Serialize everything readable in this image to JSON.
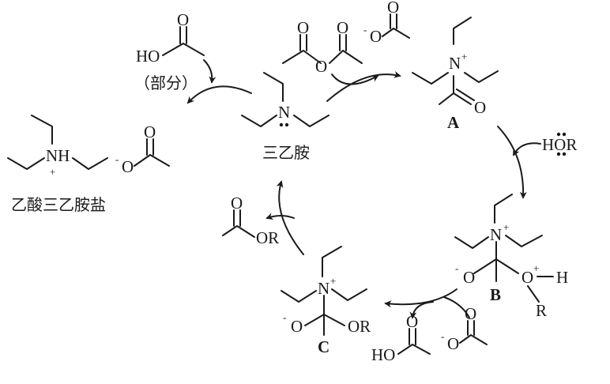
{
  "atoms": {
    "HO": "HO",
    "O": "O",
    "N": "N",
    "NH": "NH",
    "H": "H",
    "R": "R",
    "OR": "OR",
    "plus": "+",
    "minus": "-"
  },
  "labels": {
    "triethylamine": "三乙胺",
    "salt": "乙酸三乙胺盐",
    "partial": "（部分）",
    "hor": "HOR"
  },
  "intermediates": {
    "A": "A",
    "B": "B",
    "C": "C"
  }
}
